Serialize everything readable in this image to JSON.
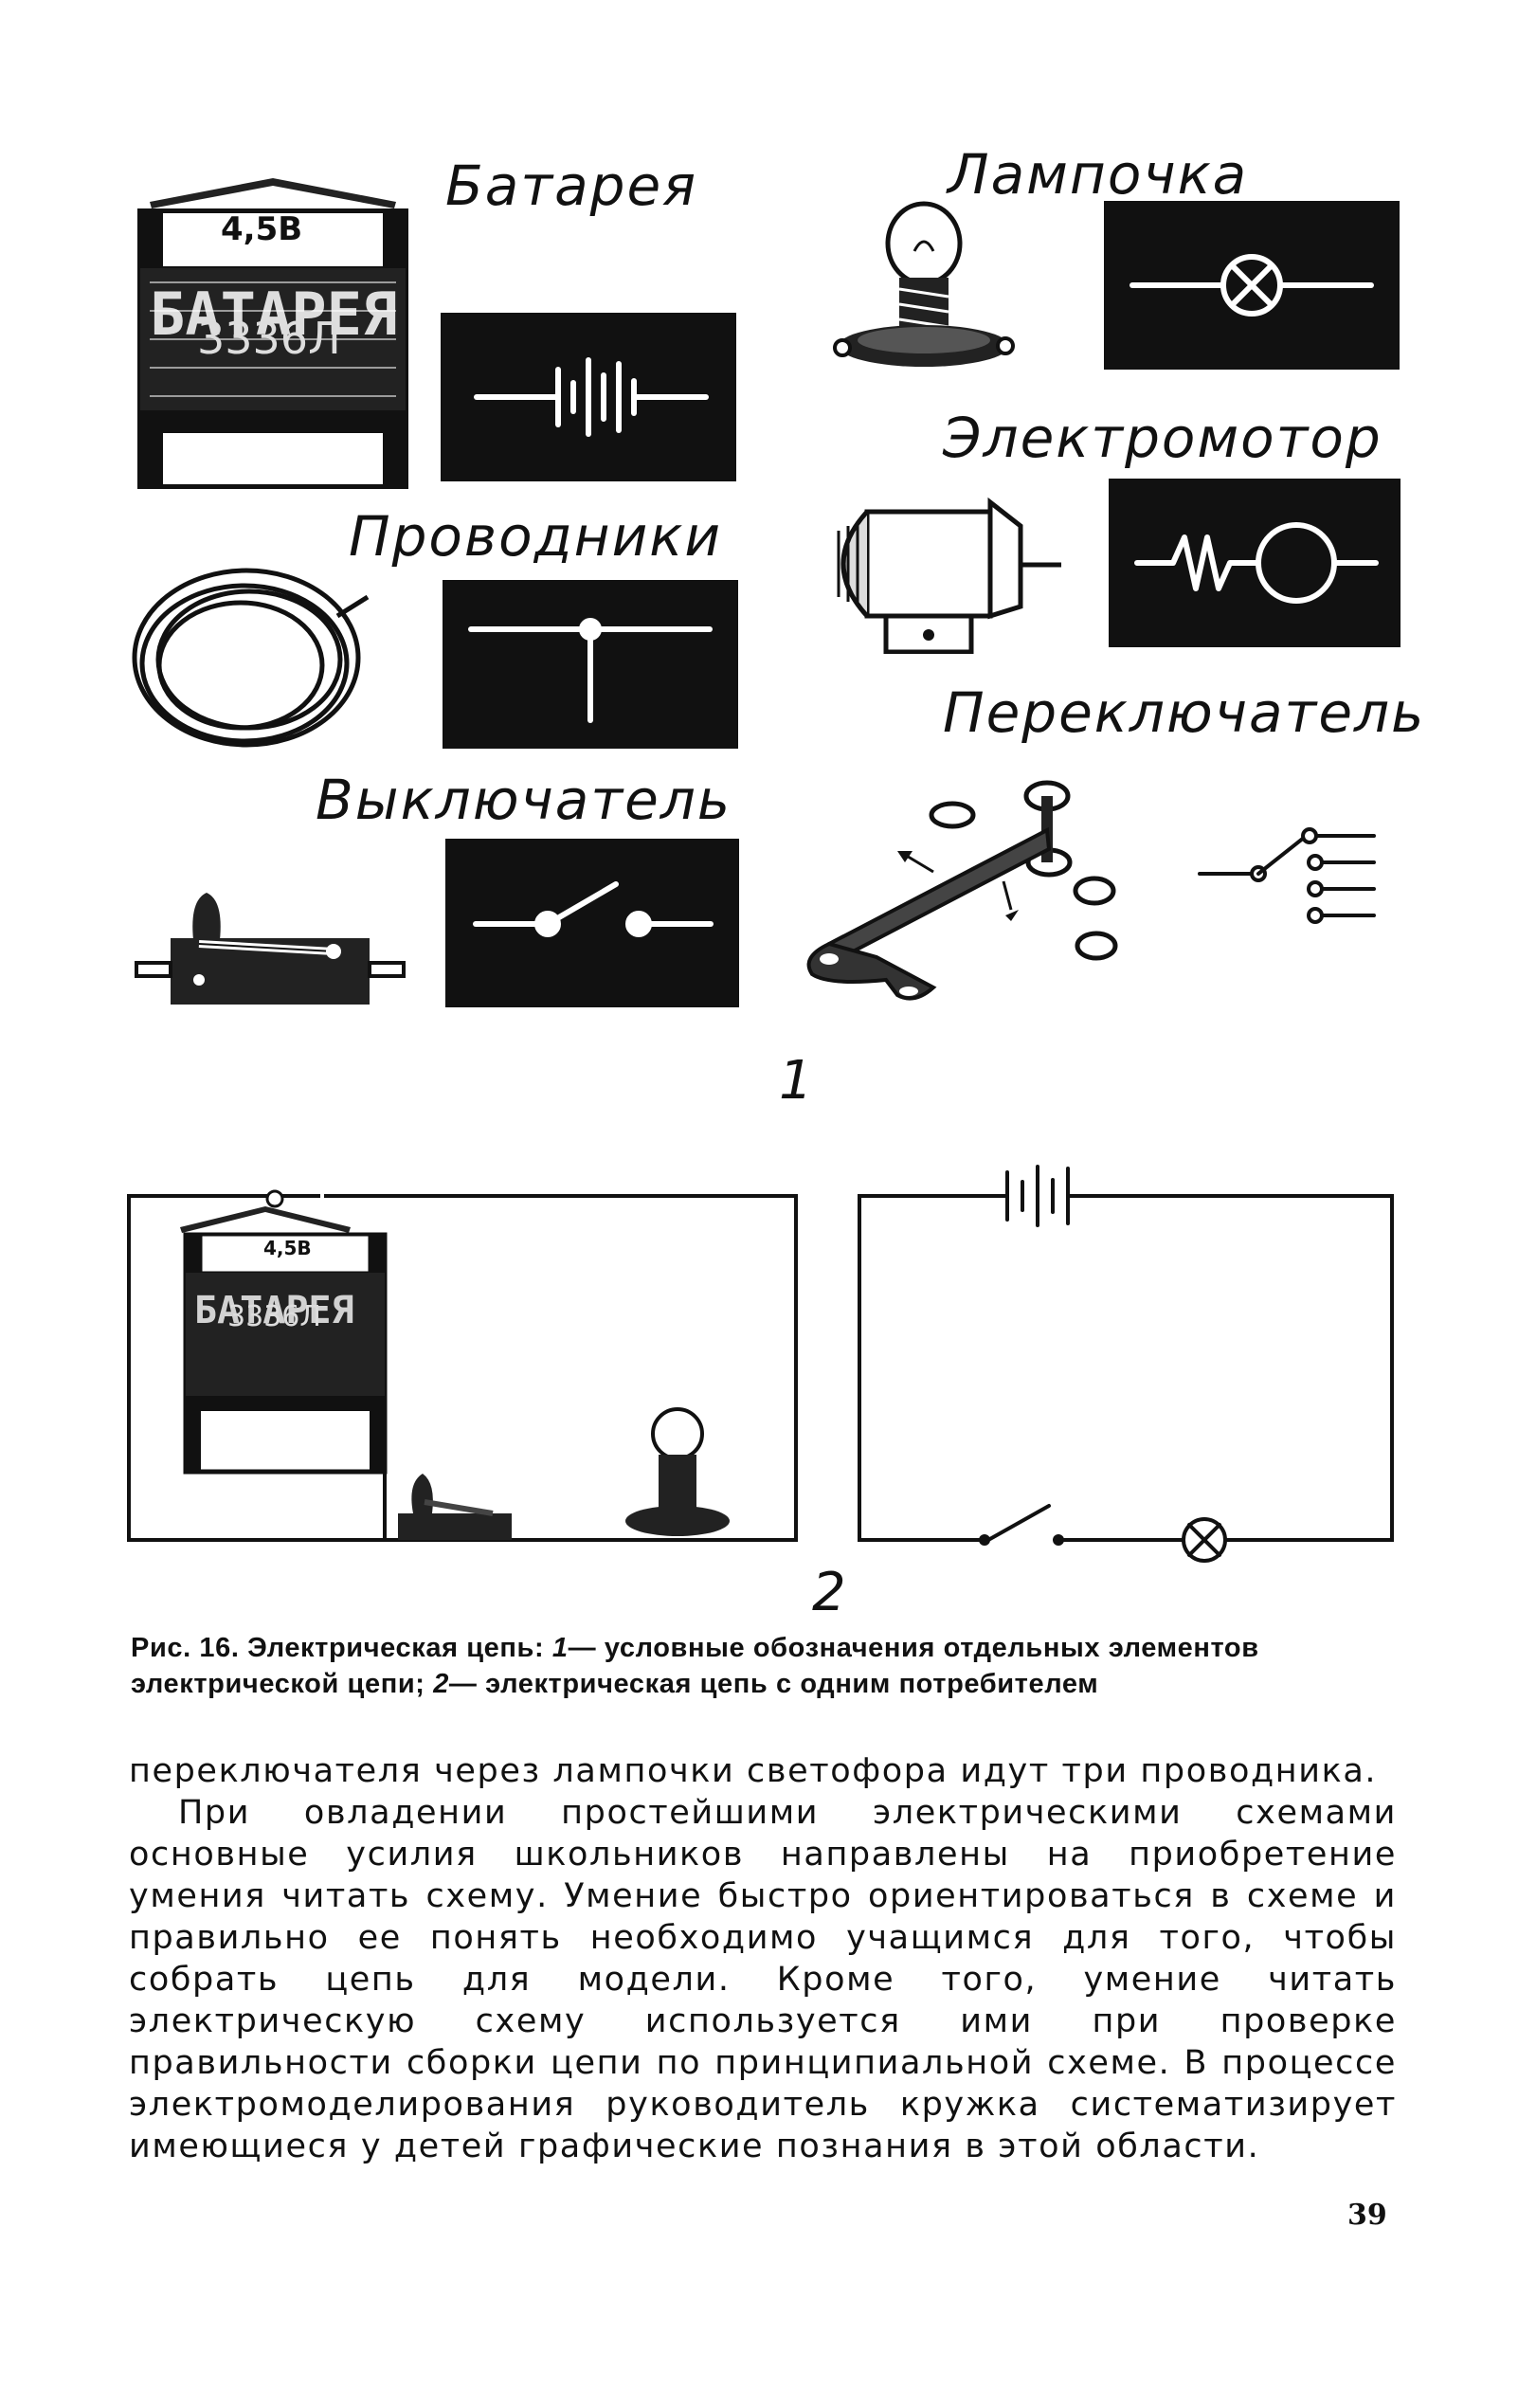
{
  "figure1": {
    "labels": {
      "battery": "Батарея",
      "lamp": "Лампочка",
      "motor": "Электромотор",
      "conductors": "Проводники",
      "switch_toggle": "Переключатель",
      "switch": "Выключатель"
    },
    "battery_voltage": "4,5В",
    "battery_body": "БАТАРЕЯ",
    "battery_model": "3336Л",
    "number": "1"
  },
  "figure2": {
    "battery_voltage": "4,5В",
    "battery_body": "БАТАРЕЯ",
    "battery_model": "3336Л",
    "number": "2"
  },
  "caption": {
    "prefix": "Рис. 16. Электрическая цепь: ",
    "n1": "1",
    "part1": "— условные обозначения отдельных элементов электрической цепи; ",
    "n2": "2",
    "part2": "— электрическая цепь с одним потребителем"
  },
  "body": {
    "paragraph1": "переключателя через лампочки светофора идут три проводника.",
    "paragraph2": "При овладении простейшими электрическими схемами основные усилия школьников направлены на приобретение умения читать схему. Умение быстро ориентироваться в схеме и правильно ее понять необходимо учащимся для того, чтобы собрать цепь для модели. Кроме того, умение читать электрическую схему используется ими при проверке правильности сборки цепи по принципиальной схеме. В процессе электромоделирования руководитель кружка систематизирует имеющиеся у детей графические познания в этой области."
  },
  "page_number": "39"
}
